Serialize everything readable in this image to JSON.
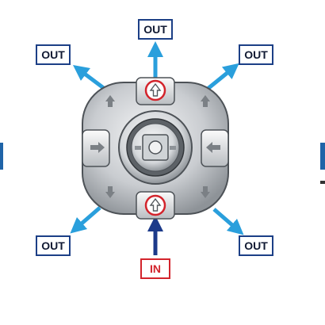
{
  "diagram": {
    "labels": {
      "out_top": "OUT",
      "out_top_left": "OUT",
      "out_top_right": "OUT",
      "out_bottom_left": "OUT",
      "out_bottom_right": "OUT",
      "in_bottom": "IN"
    },
    "colors": {
      "out_arrow": "#2a9fdc",
      "in_arrow": "#1c3a8a",
      "out_box_border": "#1c3f86",
      "in_box_border": "#d3242c",
      "port_circle": "#d3242c",
      "valve_body": "#b8bcc0",
      "edge_marks": "#1f64a8"
    }
  }
}
